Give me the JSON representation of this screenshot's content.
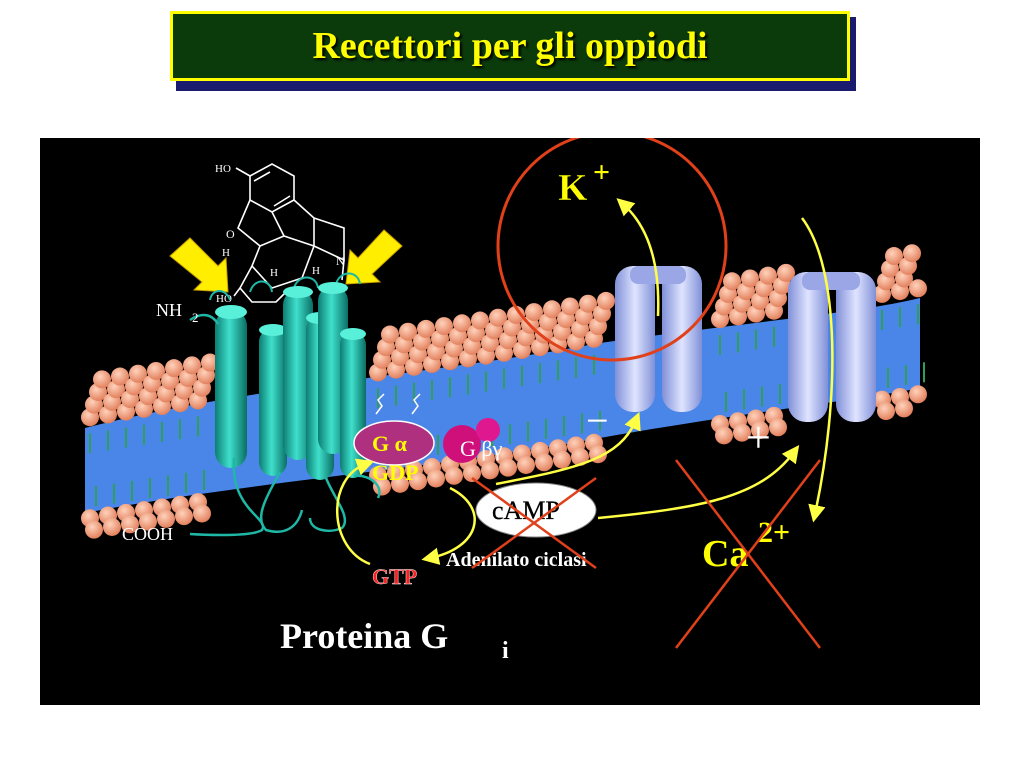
{
  "title": "Recettori per gli oppiodi",
  "labels": {
    "k_ion": "K",
    "k_charge": "+",
    "nh2_main": "NH",
    "nh2_sub": "2",
    "cooh": "COOH",
    "g_alpha": "G α",
    "g_betagamma": "G βγ",
    "gdp": "GDP",
    "gtp": "GTP",
    "camp": "cAMP",
    "adenylate_cyclase": "Adenilato ciclasi",
    "ca_ion": "Ca",
    "ca_charge": "2+",
    "minus": "−",
    "plus": "+",
    "protein_main": "Proteina G",
    "protein_sub": "i",
    "ho_top": "HO",
    "ho_bottom": "HO",
    "ring_o": "O",
    "ring_n": "N",
    "ring_h1": "H",
    "ring_h2": "H",
    "ring_h3": "H"
  },
  "colors": {
    "title_bg": "#0b3a0b",
    "title_text": "#ffff00",
    "panel_bg": "#000000",
    "membrane": "#4a86e8",
    "lipid_head": "#f4a582",
    "receptor": "#1fb7a6",
    "channel": "#b3bef0",
    "g_alpha": "#b03080",
    "g_betagamma": "#d0107a",
    "highlight_circle": "#e0401a",
    "cross": "#e0401a",
    "arrow": "#ffff44"
  }
}
